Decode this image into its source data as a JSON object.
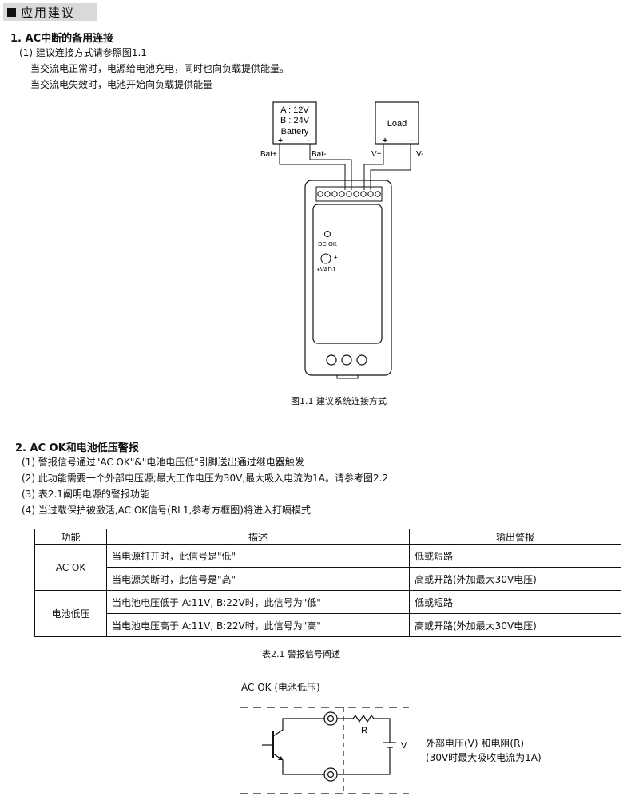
{
  "header": {
    "title": "应用建议"
  },
  "section1": {
    "heading": "1. AC中断的备用连接",
    "sub": "(1) 建议连接方式请参照图1.1",
    "line1": "当交流电正常时，电源给电池充电，同时也向负载提供能量。",
    "line2": "当交流电失效时，电池开始向负载提供能量"
  },
  "fig1": {
    "battery_a": "A : 12V",
    "battery_b": "B : 24V",
    "battery_label": "Battery",
    "plus": "+",
    "minus": "-",
    "load_label": "Load",
    "bat_plus": "Bat+",
    "bat_minus": "Bat-",
    "v_plus": "V+",
    "v_minus": "V-",
    "dc_ok": "DC OK",
    "vadj": "+VADJ",
    "caption": "图1.1   建议系统连接方式"
  },
  "section2": {
    "heading": "2. AC OK和电池低压警报",
    "item1": "(1) 警报信号通过\"AC OK\"&\"电池电压低\"引脚送出通过继电器触发",
    "item2": "(2) 此功能需要一个外部电压源;最大工作电压为30V,最大吸入电流为1A。请参考图2.2",
    "item3": "(3) 表2.1阐明电源的警报功能",
    "item4": "(4) 当过载保护被激活,AC OK信号(RL1,参考方框图)将进入打嗝模式"
  },
  "table": {
    "headers": [
      "功能",
      "描述",
      "输出警报"
    ],
    "rows": [
      {
        "func": "AC OK",
        "desc": "当电源打开时，此信号是\"低\"",
        "out": "低或短路"
      },
      {
        "func": "",
        "desc": "当电源关断时，此信号是\"高\"",
        "out": "高或开路(外加最大30V电压)"
      },
      {
        "func": "电池低压",
        "desc": "当电池电压低于 A:11V, B:22V时，此信号为\"低\"",
        "out": "低或短路"
      },
      {
        "func": "",
        "desc": "当电池电压高于 A:11V, B:22V时，此信号为\"高\"",
        "out": "高或开路(外加最大30V电压)"
      }
    ],
    "caption": "表2.1 警报信号阐述"
  },
  "fig2": {
    "title": "AC OK (电池低压)",
    "r_label": "R",
    "v_label": "V",
    "note1": "外部电压(V) 和电阻(R)",
    "note2": "(30V时最大吸收电流为1A)"
  }
}
